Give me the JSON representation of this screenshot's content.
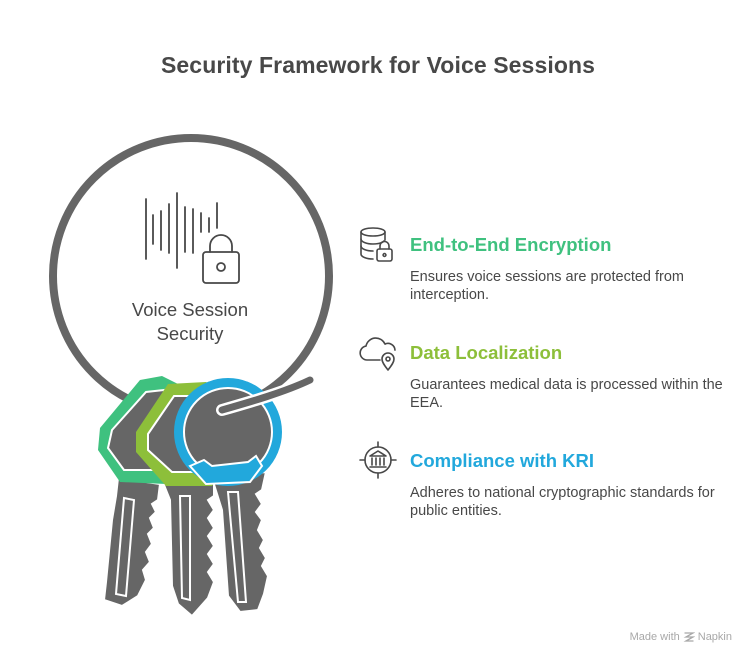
{
  "title": "Security Framework for Voice Sessions",
  "center": {
    "label_line1": "Voice Session",
    "label_line2": "Security",
    "icon": "sound-wave-lock-icon"
  },
  "colors": {
    "ring": "#666666",
    "green": "#3fc17f",
    "lime": "#8dbf3a",
    "blue": "#22a8dc",
    "key": "#666666",
    "text": "#484848"
  },
  "items": [
    {
      "heading": "End-to-End Encryption",
      "description": "Ensures voice sessions are protected from interception.",
      "icon": "database-lock-icon",
      "color": "#3fc17f"
    },
    {
      "heading": "Data Localization",
      "description": "Guarantees medical data is processed within the EEA.",
      "icon": "cloud-location-icon",
      "color": "#8dbf3a"
    },
    {
      "heading": "Compliance with KRI",
      "description": "Adheres to national cryptographic standards for public entities.",
      "icon": "target-institution-icon",
      "color": "#22a8dc"
    }
  ],
  "footer": {
    "made_with": "Made with",
    "brand": "Napkin"
  }
}
